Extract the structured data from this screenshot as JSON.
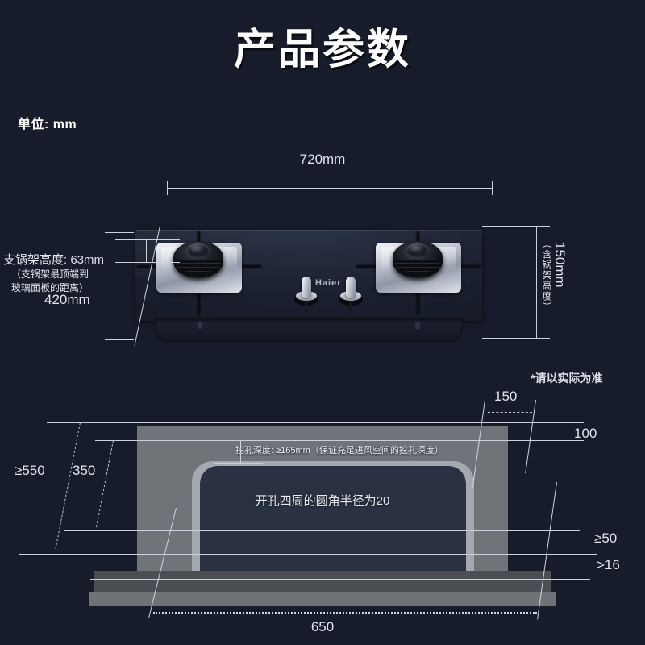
{
  "header": {
    "title": "产品参数",
    "unit_label": "单位: mm"
  },
  "product": {
    "brand": "Haier",
    "burner_count": 2,
    "knob_count": 2
  },
  "top_view": {
    "width_label": "720mm",
    "depth_label": "420mm",
    "rack_height_label": "支锅架高度: 63mm",
    "rack_height_note_line1": "（支锅架最顶端到",
    "rack_height_note_line2": "玻璃面板的距离）",
    "total_height_label": "150mm",
    "total_height_note": "（含锅架高度）"
  },
  "cutout_view": {
    "disclaimer": "*请以实际为准",
    "dim_150": "150",
    "dim_100": "100",
    "dim_550": "≥550",
    "dim_350": "350",
    "dim_50": "≥50",
    "dim_16": ">16",
    "dim_650": "650",
    "depth_note": "挖孔深度: ≥165mm（保证充足进风空间的挖孔深度）",
    "corner_radius_note": "开孔四周的圆角半径为20"
  },
  "colors": {
    "background": "#161c29",
    "dimension_line": "#c9d1dd",
    "text": "#e9edf2",
    "countertop": "#6f7479",
    "countertop_edge": "#4b4f54",
    "hole_fill": "#2a3142"
  }
}
